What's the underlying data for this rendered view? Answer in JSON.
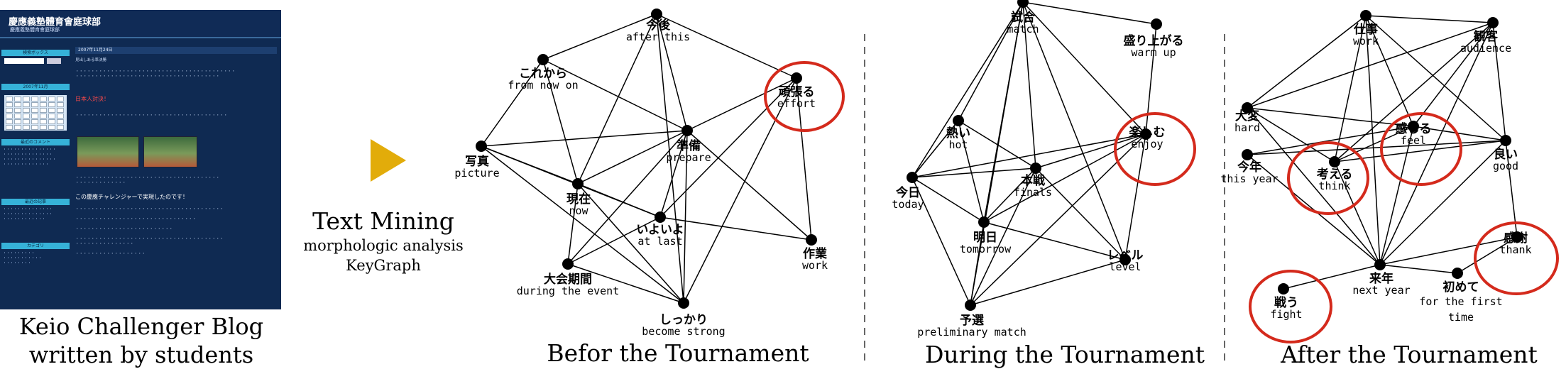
{
  "blog": {
    "title": "慶應義塾體育會庭球部",
    "subtitle": "慶應義塾體育會庭球部",
    "date": "2007年11月24日",
    "post_title": "見出しある準決勝",
    "heading2": "この慶應チャレンジャーで実現したのです！",
    "highlight": "日本人対決！",
    "side_search": "検索ボックス",
    "side_calendar": "2007年11月",
    "side_comments": "最近のコメント",
    "side_posts": "最近の記事",
    "side_category": "カテゴリ"
  },
  "captions": {
    "blog_line1": "Keio Challenger Blog",
    "blog_line2": "written by students",
    "text_mining": "Text Mining",
    "morph": "morphologic analysis",
    "keygraph": "KeyGraph",
    "before": "Befor the Tournament",
    "during": "During the Tournament",
    "after": "After the Tournament"
  },
  "colors": {
    "arrow": "#e2ac0a",
    "highlight_circle": "#d42a1c",
    "dashed": "#666666"
  },
  "graphs": {
    "before": {
      "nodes": [
        {
          "id": "kongo",
          "jp": "今後",
          "en": "after this"
        },
        {
          "id": "korekara",
          "jp": "これから",
          "en": "from now on"
        },
        {
          "id": "ganbaru",
          "jp": "頑張る",
          "en": "effort",
          "circled": true
        },
        {
          "id": "junbi",
          "jp": "準備",
          "en": "prepare"
        },
        {
          "id": "shashin",
          "jp": "写真",
          "en": "picture"
        },
        {
          "id": "genzai",
          "jp": "現在",
          "en": "now"
        },
        {
          "id": "iyoiyo",
          "jp": "いよいよ",
          "en": "at last"
        },
        {
          "id": "sagyou",
          "jp": "作業",
          "en": "work"
        },
        {
          "id": "taikai",
          "jp": "大会期間",
          "en": "during the event"
        },
        {
          "id": "shikkari",
          "jp": "しっかり",
          "en": "become strong"
        }
      ]
    },
    "during": {
      "nodes": [
        {
          "id": "shiai",
          "jp": "試合",
          "en": "match"
        },
        {
          "id": "moriagaru",
          "jp": "盛り上がる",
          "en": "warm up"
        },
        {
          "id": "atsui",
          "jp": "熱い",
          "en": "hot"
        },
        {
          "id": "tanoshimu",
          "jp": "楽しむ",
          "en": "enjoy",
          "circled": true
        },
        {
          "id": "honsen",
          "jp": "本戦",
          "en": "finals"
        },
        {
          "id": "kyou",
          "jp": "今日",
          "en": "today"
        },
        {
          "id": "ashita",
          "jp": "明日",
          "en": "tomorrow"
        },
        {
          "id": "level",
          "jp": "レベル",
          "en": "level"
        },
        {
          "id": "yosen",
          "jp": "予選",
          "en": "preliminary match"
        }
      ]
    },
    "after": {
      "nodes": [
        {
          "id": "shigoto",
          "jp": "仕事",
          "en": "work"
        },
        {
          "id": "kankyaku",
          "jp": "観客",
          "en": "audience"
        },
        {
          "id": "taihen",
          "jp": "大変",
          "en": "hard"
        },
        {
          "id": "kanjiru",
          "jp": "感じる",
          "en": "feel",
          "circled": true
        },
        {
          "id": "yoi",
          "jp": "良い",
          "en": "good"
        },
        {
          "id": "kotoshi",
          "jp": "今年",
          "en": "this year"
        },
        {
          "id": "kangaeru",
          "jp": "考える",
          "en": "think",
          "circled": true
        },
        {
          "id": "kansha",
          "jp": "感謝",
          "en": "thank",
          "circled": true
        },
        {
          "id": "rainen",
          "jp": "来年",
          "en": "next year"
        },
        {
          "id": "hajimete",
          "jp": "初めて",
          "en": "for the first time"
        },
        {
          "id": "tatakau",
          "jp": "戦う",
          "en": "fight",
          "circled": true
        }
      ]
    }
  }
}
